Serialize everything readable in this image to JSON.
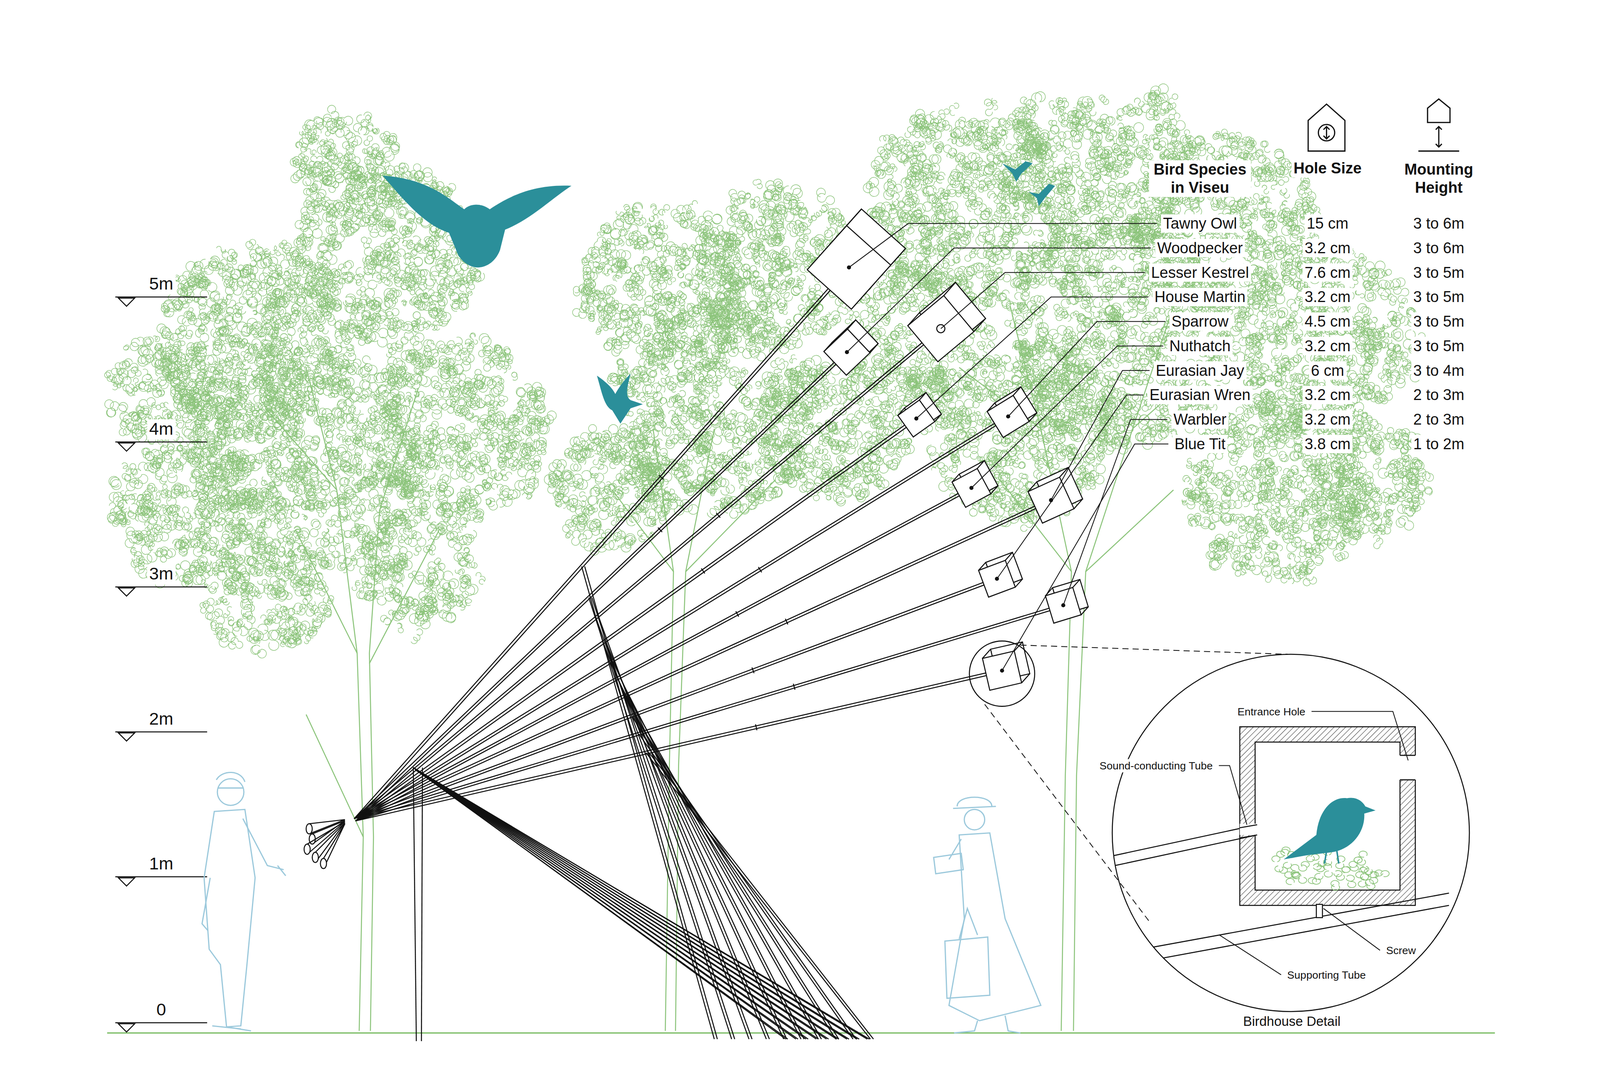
{
  "diagram": {
    "labels": [
      "5m",
      "4m",
      "3m",
      "2m",
      "1m",
      "0",
      "Bird Species in Viseu",
      "Hole Size",
      "Mounting Height",
      "Tawny Owl",
      "15 cm",
      "3 to 6m",
      "Woodpecker",
      "3.2 cm",
      "3 to 6m",
      "Lesser Kestrel",
      "7.6 cm",
      "3 to 5m",
      "House Martin",
      "3.2 cm",
      "3 to 5m",
      "Sparrow",
      "4.5 cm",
      "3 to 5m",
      "Nuthatch",
      "3.2 cm",
      "3 to 5m",
      "Eurasian Jay",
      "6 cm",
      "3 to 4m",
      "Eurasian Wren",
      "3.2 cm",
      "2 to 3m",
      "Warbler",
      "3.2 cm",
      "2 to 3m",
      "Blue Tit",
      "3.8 cm",
      "1 to 2m",
      "Entrance Hole",
      "Sound-conducting Tube",
      "Screw",
      "Supporting Tube",
      "Birdhouse Detail"
    ]
  }
}
